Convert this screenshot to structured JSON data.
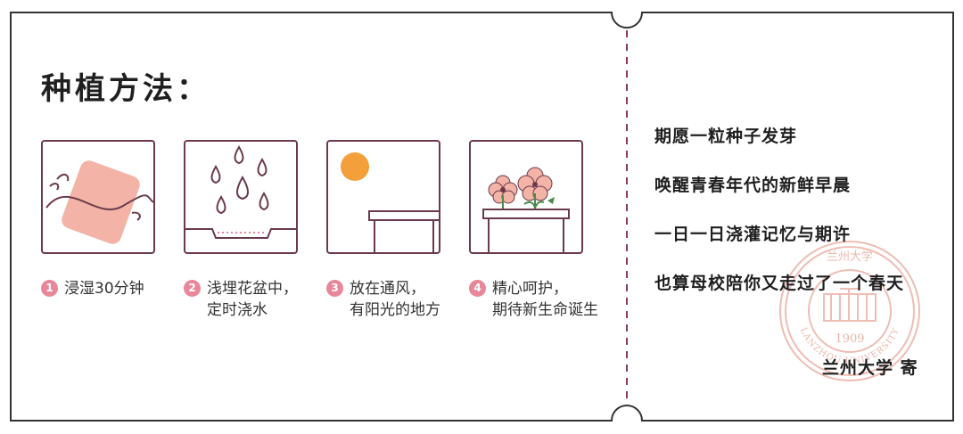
{
  "title": "种植方法：",
  "steps": [
    {
      "num": "1",
      "line1": "浸湿30分钟",
      "line2": ""
    },
    {
      "num": "2",
      "line1": "浅埋花盆中，",
      "line2": "定时浇水"
    },
    {
      "num": "3",
      "line1": "放在通风，",
      "line2": "有阳光的地方"
    },
    {
      "num": "4",
      "line1": "精心呵护，",
      "line2": "期待新生命诞生"
    }
  ],
  "poem": [
    "期愿一粒种子发芽",
    "唤醒青春年代的新鲜早晨",
    "一日一日浇灌记忆与期许",
    "也算母校陪你又走过了一个春天"
  ],
  "signature": "兰州大学 寄",
  "seal": {
    "year": "1909",
    "text": "LANZHOU UNIVERSITY",
    "top_text": "兰州大学"
  },
  "icons": [
    "soak-seed-icon",
    "water-drops-icon",
    "sun-icon",
    "flower-pot-icon",
    "university-seal-icon"
  ],
  "colors": {
    "outline": "#333333",
    "icon_stroke": "#6b3a4a",
    "pink": "#f3b3a6",
    "badge": "#e8879a",
    "sun": "#f4a03a",
    "seal": "#e9a79a"
  }
}
